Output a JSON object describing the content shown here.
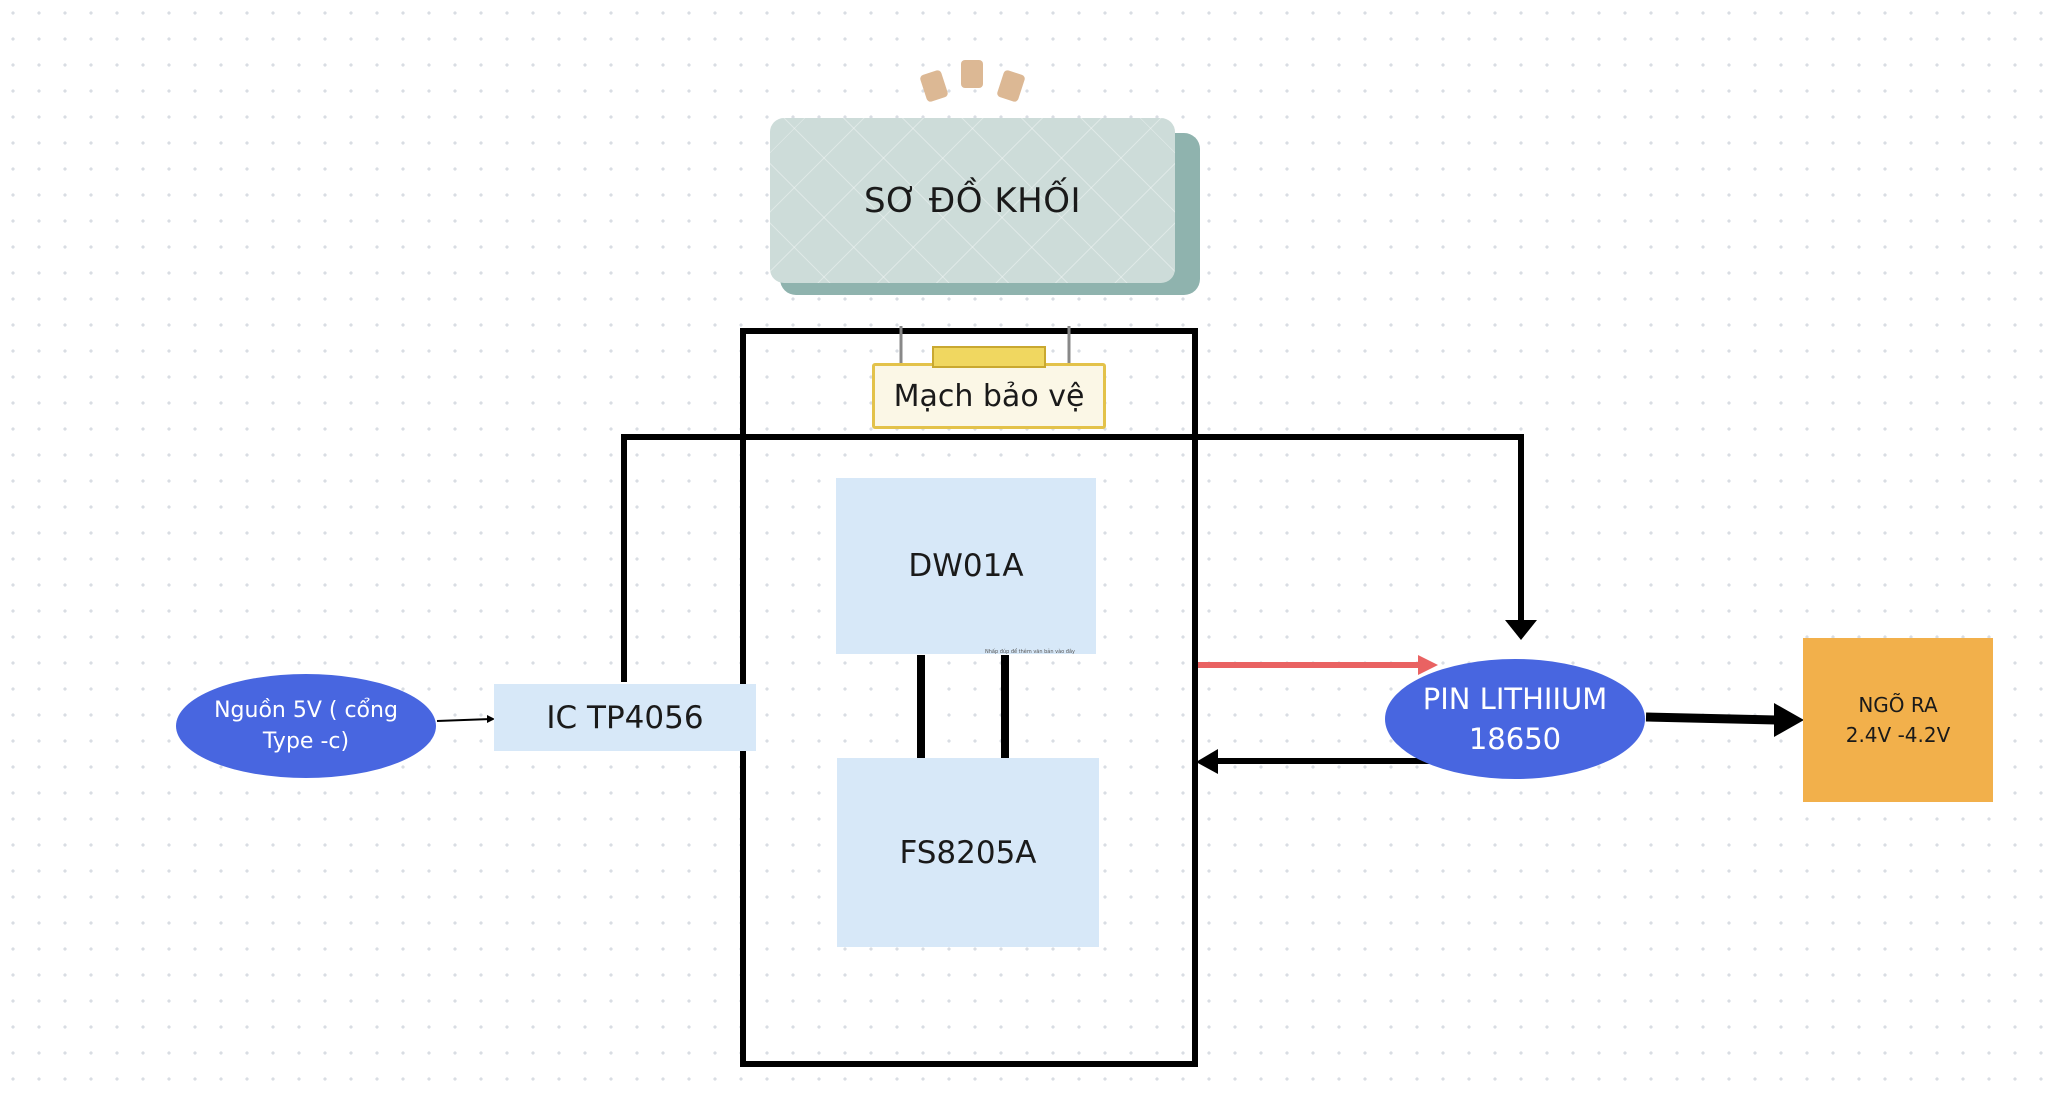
{
  "title": "SƠ ĐỒ KHỐI",
  "protection_label": "Mạch bảo vệ",
  "blocks": {
    "dw01a": "DW01A",
    "fs8205a": "FS8205A",
    "ic": "IC TP4056"
  },
  "source": {
    "line1": "Nguồn 5V ( cổng",
    "line2": "Type -c)"
  },
  "battery": {
    "line1": "PIN LITHIIUM",
    "line2": "18650"
  },
  "output": {
    "line1": "NGÕ RA",
    "line2": "2.4V -4.2V"
  },
  "tiny_note": "Nhấp đúp để thêm văn bản vào đây",
  "colors": {
    "ellipse": "#4866e0",
    "block": "#d7e8f8",
    "output": "#f2b04b",
    "red_arrow": "#e96262",
    "line": "#000000"
  }
}
